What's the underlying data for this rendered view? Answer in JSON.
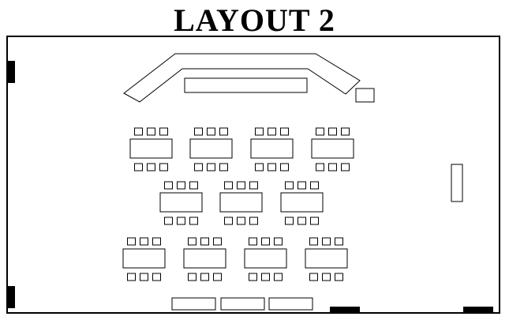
{
  "title": "LAYOUT 2",
  "tables": {
    "rows": [
      4,
      3,
      4
    ],
    "chairs_per_side": 3
  },
  "colors": {
    "line": "#000000",
    "background": "#ffffff"
  }
}
